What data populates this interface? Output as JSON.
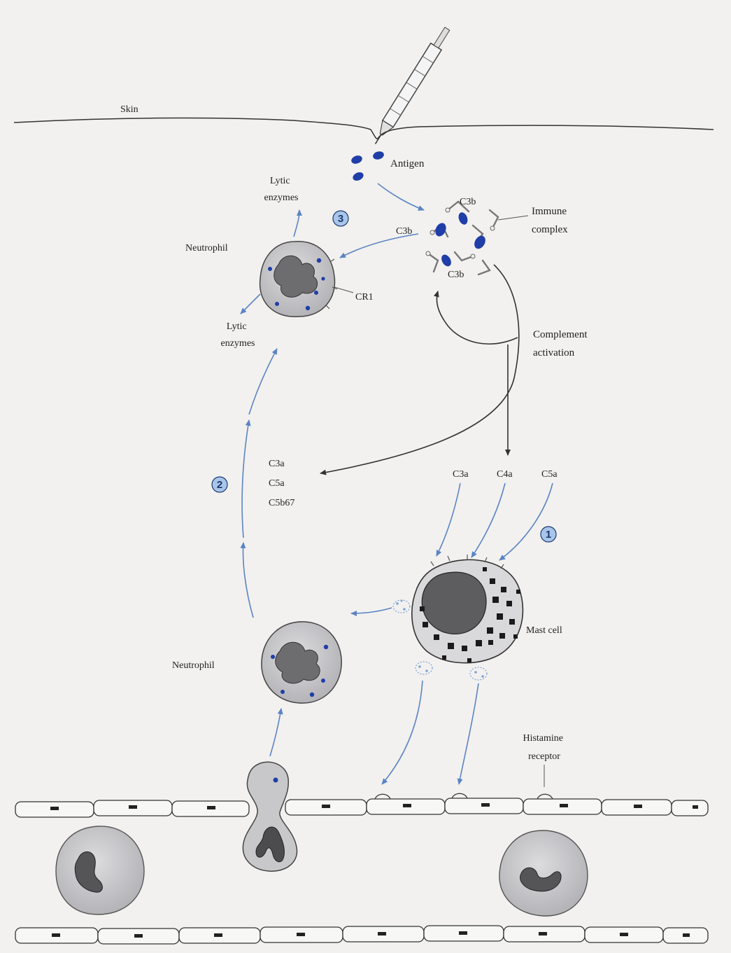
{
  "labels": {
    "skin": "Skin",
    "antigen": "Antigen",
    "c3b_top": "C3b",
    "c3b_left": "C3b",
    "c3b_bottom": "C3b",
    "immune_complex": [
      "Immune",
      "complex"
    ],
    "lytic_enzymes_top": [
      "Lytic",
      "enzymes"
    ],
    "lytic_enzymes_mid": [
      "Lytic",
      "enzymes"
    ],
    "neutrophil_top": "Neutrophil",
    "neutrophil_bottom": "Neutrophil",
    "cr1": "CR1",
    "complement_activation": [
      "Complement",
      "activation"
    ],
    "chemotactic": [
      "C3a",
      "C5a",
      "C5b67"
    ],
    "anaphylatoxin_c3a": "C3a",
    "anaphylatoxin_c4a": "C4a",
    "anaphylatoxin_c5a": "C5a",
    "mast_cell": "Mast cell",
    "histamine_receptor": [
      "Histamine",
      "receptor"
    ]
  },
  "steps": [
    "1",
    "2",
    "3"
  ],
  "colors": {
    "antigen": "#1f3ea8",
    "arrow_blue": "#5b84c4",
    "cell_fill": "#c8c8ca",
    "nucleus": "#6d6d70",
    "granule": "#1a1a1a",
    "step_circle": "#a9c6ea"
  }
}
